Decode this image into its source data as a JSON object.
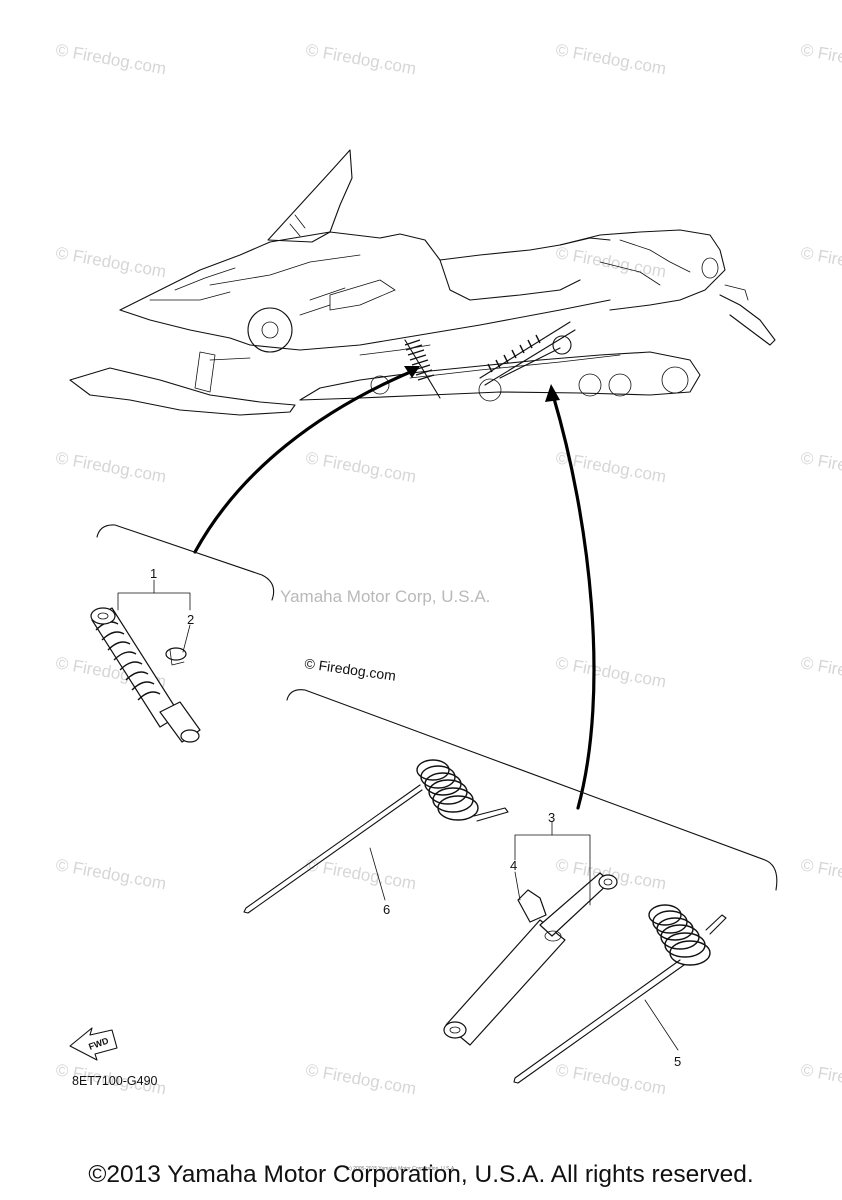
{
  "watermark": {
    "text": "© Firedog.com"
  },
  "center_watermark": {
    "company": "Yamaha Motor Corp, U.S.A.",
    "site": "© Firedog.com"
  },
  "callouts": {
    "c1": "1",
    "c2": "2",
    "c3": "3",
    "c4": "4",
    "c5": "5",
    "c6": "6"
  },
  "reference_code": "8ET7100-G490",
  "fwd_arrow_label": "FWD",
  "small_print": "(c) 2005-2015 Yamaha Motor Corporation, U.S.A.",
  "copyright": "©2013 Yamaha Motor Corporation, U.S.A. All rights reserved."
}
